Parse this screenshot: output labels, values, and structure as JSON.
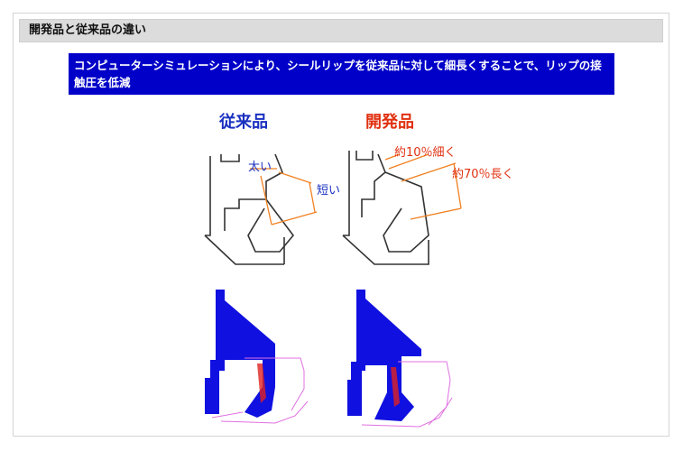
{
  "panel": {
    "title": "開発品と従来品の違い"
  },
  "caption": {
    "text": "コンピューターシミュレーションにより、シールリップを従来品に対して細長くすることで、リップの接触圧を低減"
  },
  "figure": {
    "label_conventional": "従来品",
    "label_developed": "開発品",
    "note_thick": "太い",
    "note_short": "短い",
    "note_thinner": "約10％細く",
    "note_longer": "約70％長く"
  },
  "colors": {
    "caption_bg": "#0000c8",
    "blue_label": "#1a30c0",
    "red_label": "#e03010",
    "dimension_line": "#f08020",
    "sim_blue": "#1010e0",
    "sim_red": "#e02020"
  }
}
